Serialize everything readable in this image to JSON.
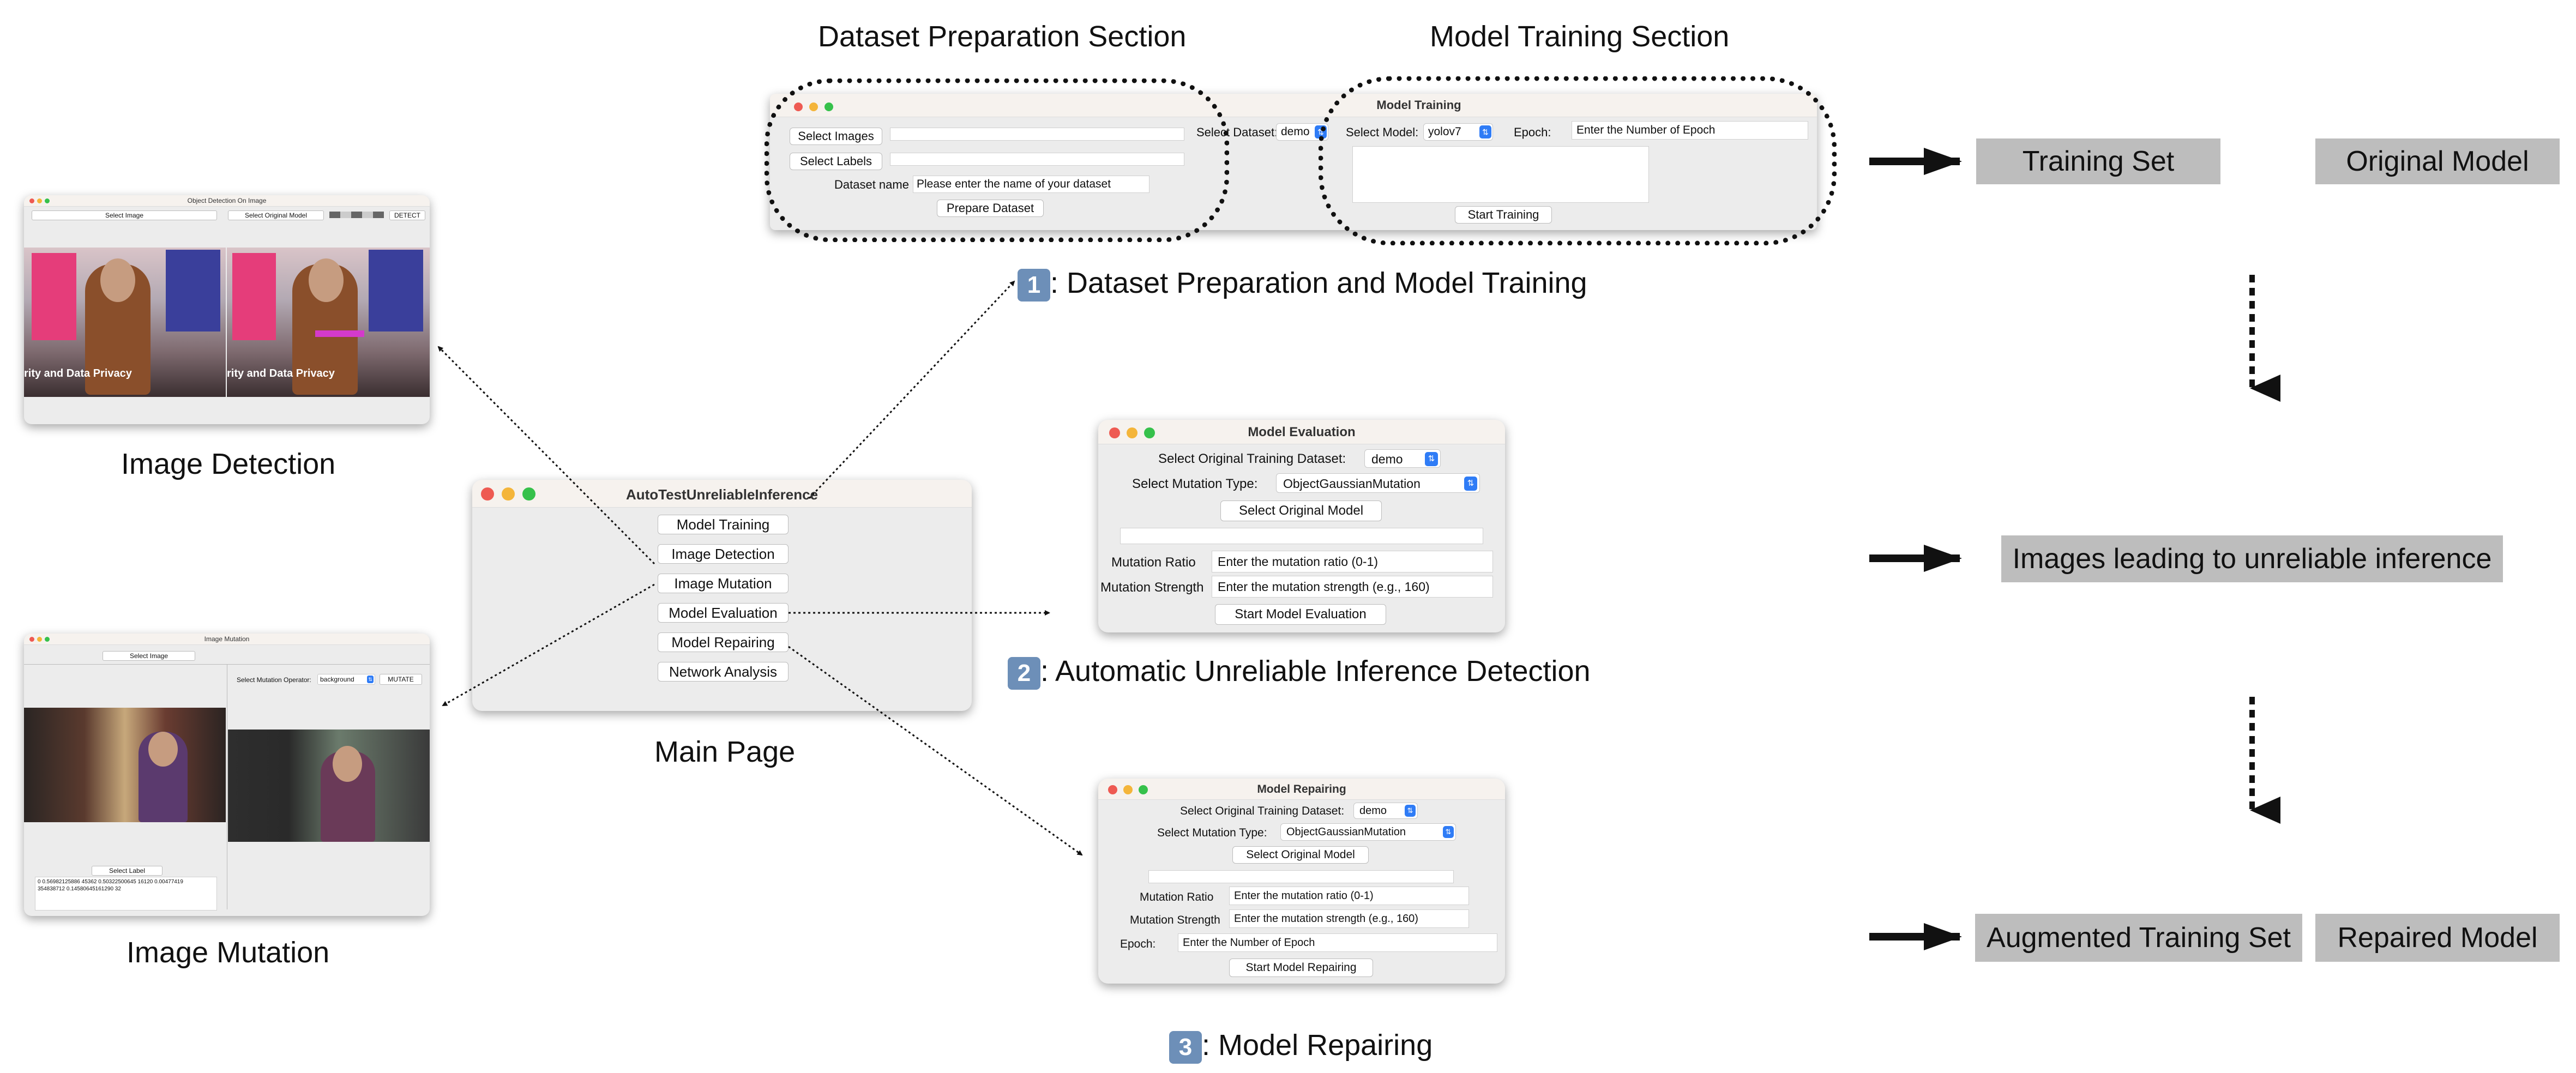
{
  "section_headers": {
    "dataset_prep": "Dataset Preparation Section",
    "model_training": "Model Training Section"
  },
  "steps": {
    "step1": {
      "number": "1",
      "label": ": Dataset Preparation and Model Training"
    },
    "step2": {
      "number": "2",
      "label": ": Automatic Unreliable Inference Detection"
    },
    "step3": {
      "number": "3",
      "label": ": Model Repairing"
    }
  },
  "captions": {
    "image_detection": "Image Detection",
    "image_mutation": "Image Mutation",
    "main_page": "Main Page"
  },
  "outputs": {
    "training_set": "Training Set",
    "original_model": "Original Model",
    "unreliable_images": "Images leading to unreliable inference",
    "augmented_training_set": "Augmented Training Set",
    "repaired_model": "Repaired Model"
  },
  "main_window": {
    "title": "AutoTestUnreliableInference",
    "buttons": [
      "Model Training",
      "Image Detection",
      "Image Mutation",
      "Model Evaluation",
      "Model Repairing",
      "Network Analysis"
    ]
  },
  "training_window": {
    "title": "Model Training",
    "select_images": "Select Images",
    "select_labels": "Select Labels",
    "dataset_name_label": "Dataset name",
    "dataset_name_placeholder": "Please enter the name of your dataset",
    "prepare_dataset": "Prepare Dataset",
    "select_dataset_label": "Select Dataset:",
    "dataset_value": "demo",
    "select_model_label": "Select Model:",
    "model_value": "yolov7",
    "epoch_label": "Epoch:",
    "epoch_placeholder": "Enter the Number of Epoch",
    "start_training": "Start Training"
  },
  "evaluation_window": {
    "title": "Model Evaluation",
    "dataset_label": "Select Original Training Dataset:",
    "dataset_value": "demo",
    "mutation_type_label": "Select Mutation Type:",
    "mutation_type_value": "ObjectGaussianMutation",
    "select_model": "Select Original Model",
    "ratio_label": "Mutation Ratio",
    "ratio_placeholder": "Enter the mutation ratio (0-1)",
    "strength_label": "Mutation Strength",
    "strength_placeholder": "Enter the mutation strength (e.g., 160)",
    "start": "Start Model Evaluation"
  },
  "repair_window": {
    "title": "Model Repairing",
    "dataset_label": "Select Original Training Dataset:",
    "dataset_value": "demo",
    "mutation_type_label": "Select Mutation Type:",
    "mutation_type_value": "ObjectGaussianMutation",
    "select_model": "Select Original Model",
    "ratio_label": "Mutation Ratio",
    "ratio_placeholder": "Enter the mutation ratio (0-1)",
    "strength_label": "Mutation Strength",
    "strength_placeholder": "Enter the mutation strength (e.g., 160)",
    "epoch_label": "Epoch:",
    "epoch_placeholder": "Enter the Number of Epoch",
    "start": "Start Model Repairing"
  },
  "detection_window": {
    "title": "Object Detection On Image",
    "select_image": "Select Image",
    "select_model": "Select Original Model",
    "detect": "DETECT",
    "overlay_text": "rity and Data Privacy"
  },
  "mutation_window": {
    "title": "Image Mutation",
    "select_image": "Select Image",
    "operator_label": "Select Mutation Operator:",
    "operator_value": "background",
    "mutate": "MUTATE",
    "select_label": "Select Label",
    "label_line1": "0 0.56982125886 45362 0.50322500645 16120 0.00477419",
    "label_line2": "354838712 0.14580645161290 32"
  },
  "colors": {
    "window_bg": "#ececec",
    "titlebar_bg": "#f6f2ee",
    "select_accent": "#2f7cf6",
    "output_box": "#bdbdbd",
    "step_badge": "#6d8fb8"
  }
}
